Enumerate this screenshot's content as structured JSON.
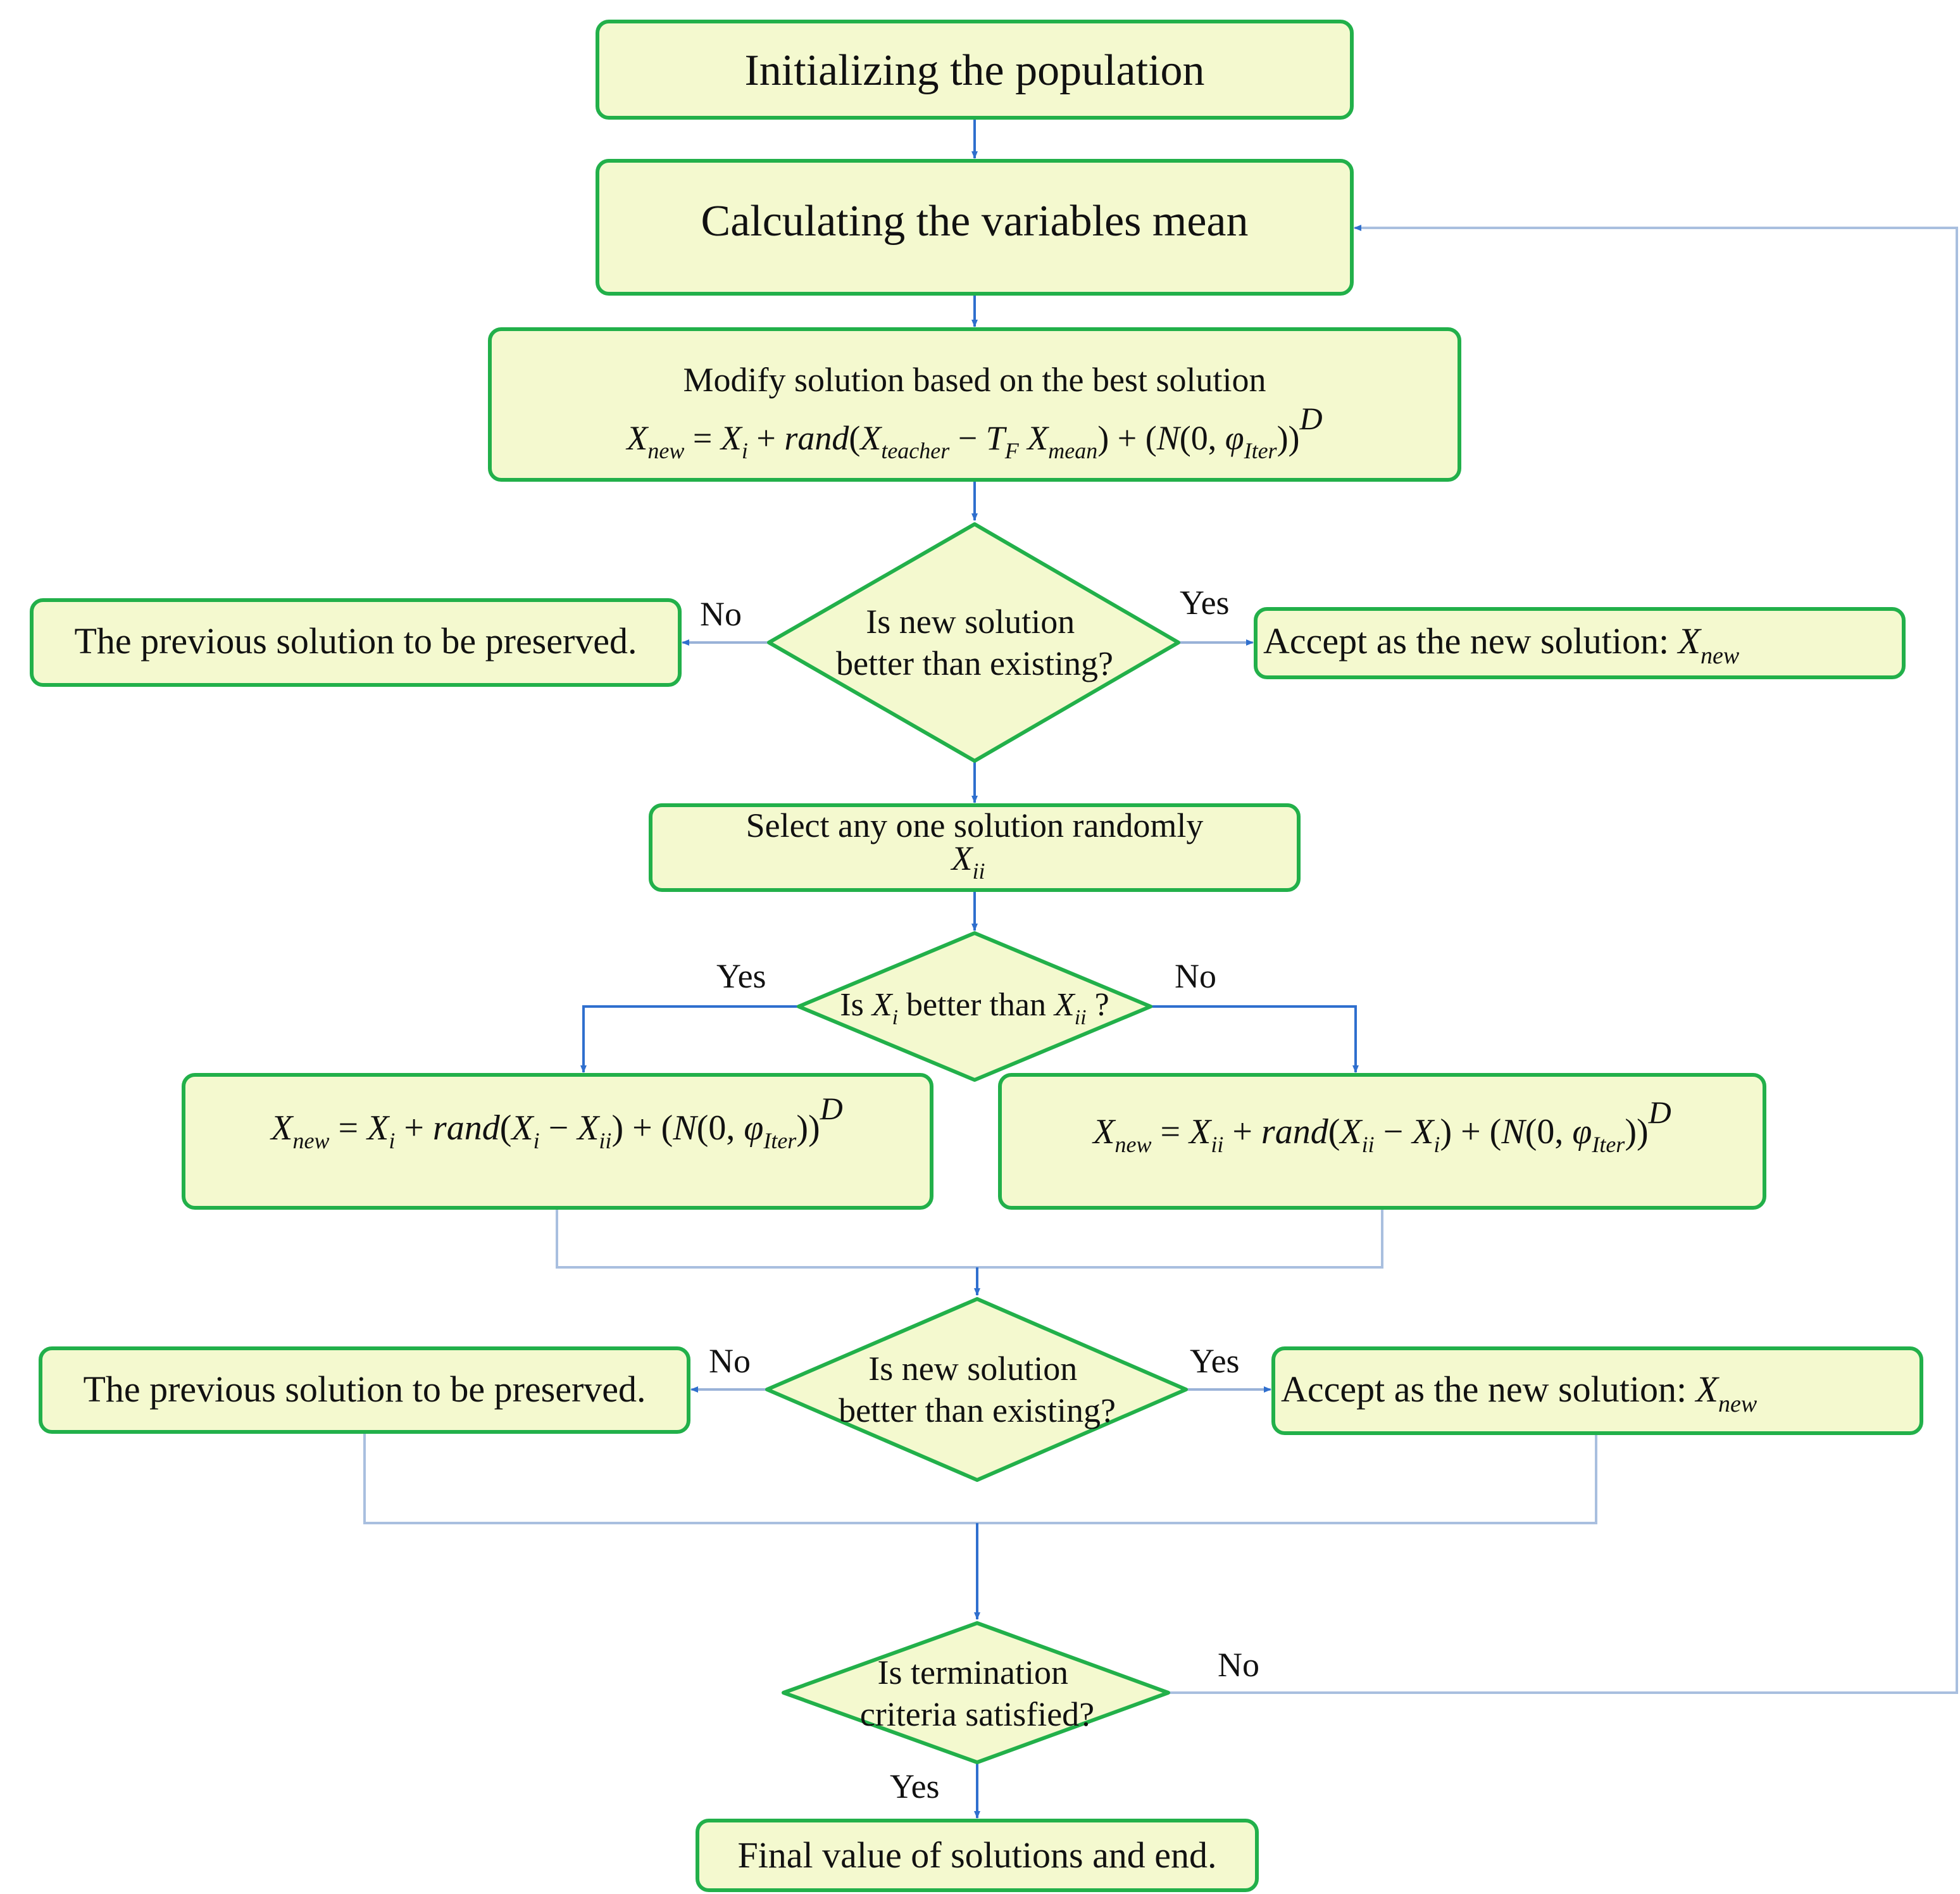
{
  "colors": {
    "box_fill": "#f4f9cf",
    "box_stroke": "#22b04a",
    "arrow": "#2f6fce",
    "connector": "#a9bfdf"
  },
  "nodes": {
    "init": "Initializing the population",
    "mean": "Calculating the variables mean",
    "teacher_title": "Modify solution based on the best solution",
    "teacher_formula": "Xnew = Xi + rand(Xteacher − TF Xmean) + (N(0, φIter))D",
    "decision1": [
      "Is new solution",
      "better than existing?"
    ],
    "keep1": "The previous solution to be preserved.",
    "accept1": "Accept as the new solution:",
    "accept1_var": "Xnew",
    "select_title": "Select any one solution randomly",
    "select_var": "Xii",
    "decision2": "Is Xi better than Xii ?",
    "learner_yes_formula": "Xnew = Xi + rand(Xi − Xii) + (N(0, φIter))D",
    "learner_no_formula": "Xnew = Xii + rand(Xii − Xi) + (N(0, φIter))D",
    "decision3": [
      "Is new solution",
      "better than existing?"
    ],
    "keep2": "The previous solution to be preserved.",
    "accept2": "Accept as the new solution:",
    "accept2_var": "Xnew",
    "decision4": [
      "Is termination",
      "criteria satisfied?"
    ],
    "final": "Final value of solutions and end."
  },
  "edge_labels": {
    "d1_no": "No",
    "d1_yes": "Yes",
    "d2_yes": "Yes",
    "d2_no": "No",
    "d3_no": "No",
    "d3_yes": "Yes",
    "d4_no": "No",
    "d4_yes": "Yes"
  }
}
